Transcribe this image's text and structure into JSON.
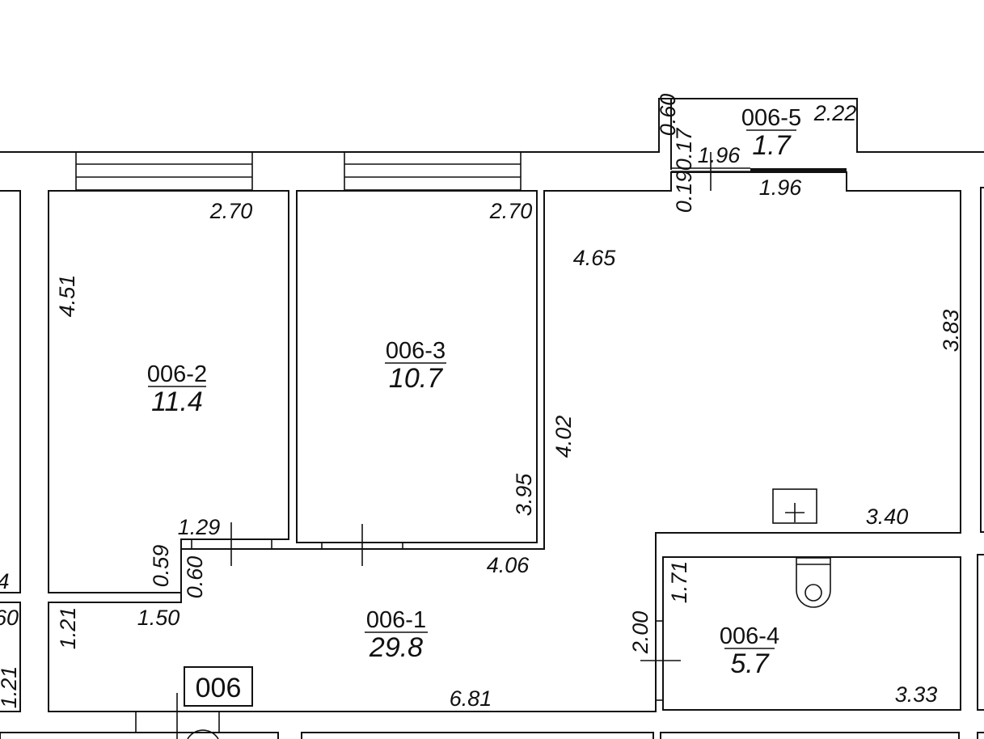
{
  "apartment": {
    "number": "006"
  },
  "rooms": [
    {
      "id": "006-1",
      "area": "29.8"
    },
    {
      "id": "006-2",
      "area": "11.4"
    },
    {
      "id": "006-3",
      "area": "10.7"
    },
    {
      "id": "006-4",
      "area": "5.7"
    },
    {
      "id": "006-5",
      "area": "1.7"
    }
  ],
  "dimensions": {
    "r2_top": "2.70",
    "r2_left": "4.51",
    "r2_bottom": "1.29",
    "r2_notch": "0.59",
    "r1_notch": "0.60",
    "r3_top": "2.70",
    "r3_right": "3.95",
    "r1_upper": "4.06",
    "r1_left": "1.21",
    "r1_step": "1.50",
    "r1_bottom": "6.81",
    "r1_bath_wall": "2.00",
    "hall_top": "4.65",
    "hall_right": "3.83",
    "hall_left": "4.02",
    "hall_bottom": "3.40",
    "r4_left": "1.71",
    "r4_bottom": "3.33",
    "r5_left": "0.60",
    "r5_top": "2.22",
    "r5_inner": "0.17",
    "r5_width": "1.96",
    "r5_bottom": "1.96",
    "r5_gap": "0.19",
    "edge_a": "4",
    "edge_b": "60",
    "edge_c": "1.21"
  }
}
